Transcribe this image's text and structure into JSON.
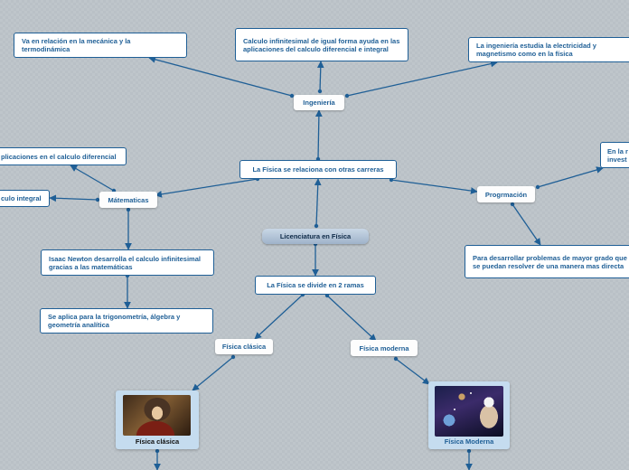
{
  "root": "Licenciatura en Física",
  "relaciona": "La Física se relaciona con otras carreras",
  "divide": "La Física se divide en 2 ramas",
  "ingenieria": {
    "label": "Ingeniería",
    "children": [
      "Va en relación en la mecánica y la termodinámica",
      "Calculo infinitesimal de igual forma ayuda en las aplicaciones del calculo diferencial e integral",
      "La ingeniería estudia la electricidad y magnetismo como en la física"
    ]
  },
  "matematicas": {
    "label": "Mátematicas",
    "left1": "plicaciones en el calculo diferencial",
    "left2": "culo integral",
    "newton": "Isaac Newton desarrolla el calculo infinitesimal gracias a las matemáticas",
    "trig": "Se aplica para la trigonometría, álgebra y geometría analítica"
  },
  "programacion": {
    "label": "Progrmación",
    "right1": "En la r\ninvest",
    "right2": "Para desarrollar problemas de mayor grado que se puedan resolver de una manera mas directa"
  },
  "fisica_clasica": {
    "label": "Física clásica",
    "caption": "Física clásica"
  },
  "fisica_moderna": {
    "label": "Física moderna",
    "caption": "Física Moderna"
  },
  "colors": {
    "line": "#1f5f96",
    "text": "#1f5f96",
    "root_text": "#0e2a47"
  }
}
